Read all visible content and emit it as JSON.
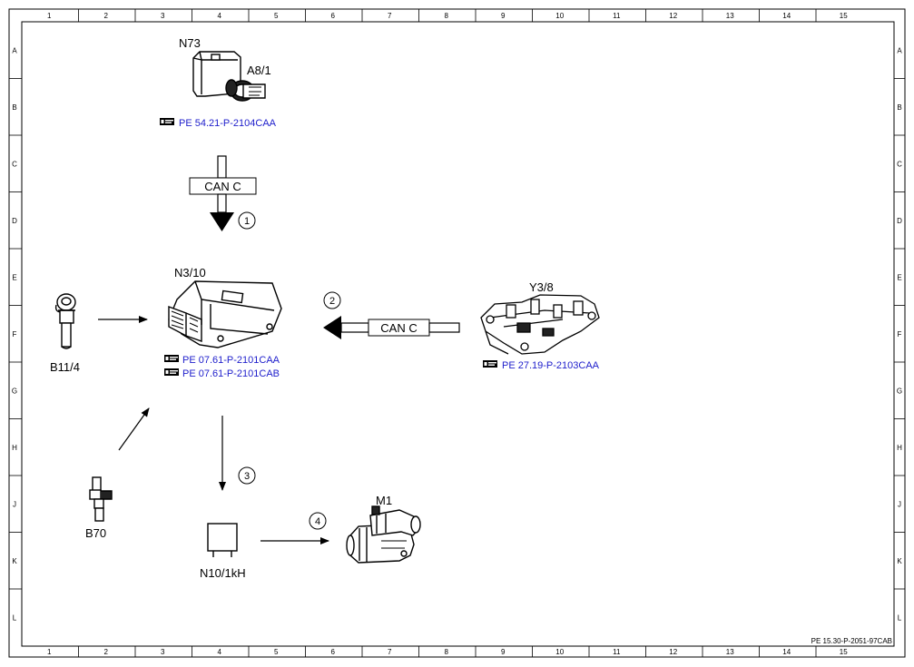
{
  "grid": {
    "columns": [
      "1",
      "2",
      "3",
      "4",
      "5",
      "6",
      "7",
      "8",
      "9",
      "10",
      "11",
      "12",
      "13",
      "14",
      "15"
    ],
    "rows": [
      "A",
      "B",
      "C",
      "D",
      "E",
      "F",
      "G",
      "H",
      "J",
      "K",
      "L"
    ]
  },
  "components": {
    "n73": {
      "label": "N73",
      "sublabel": "A8/1",
      "ref": "PE 54.21-P-2104CAA"
    },
    "n3_10": {
      "label": "N3/10",
      "refs": [
        "PE 07.61-P-2101CAA",
        "PE 07.61-P-2101CAB"
      ]
    },
    "y3_8": {
      "label": "Y3/8",
      "ref": "PE 27.19-P-2103CAA"
    },
    "b11_4": {
      "label": "B11/4"
    },
    "b70": {
      "label": "B70"
    },
    "n10": {
      "label": "N10/1kH"
    },
    "m1": {
      "label": "M1"
    }
  },
  "buses": {
    "top": "CAN C",
    "right": "CAN C"
  },
  "steps": [
    "1",
    "2",
    "3",
    "4"
  ],
  "footer": "PE 15.30-P-2051-97CAB"
}
